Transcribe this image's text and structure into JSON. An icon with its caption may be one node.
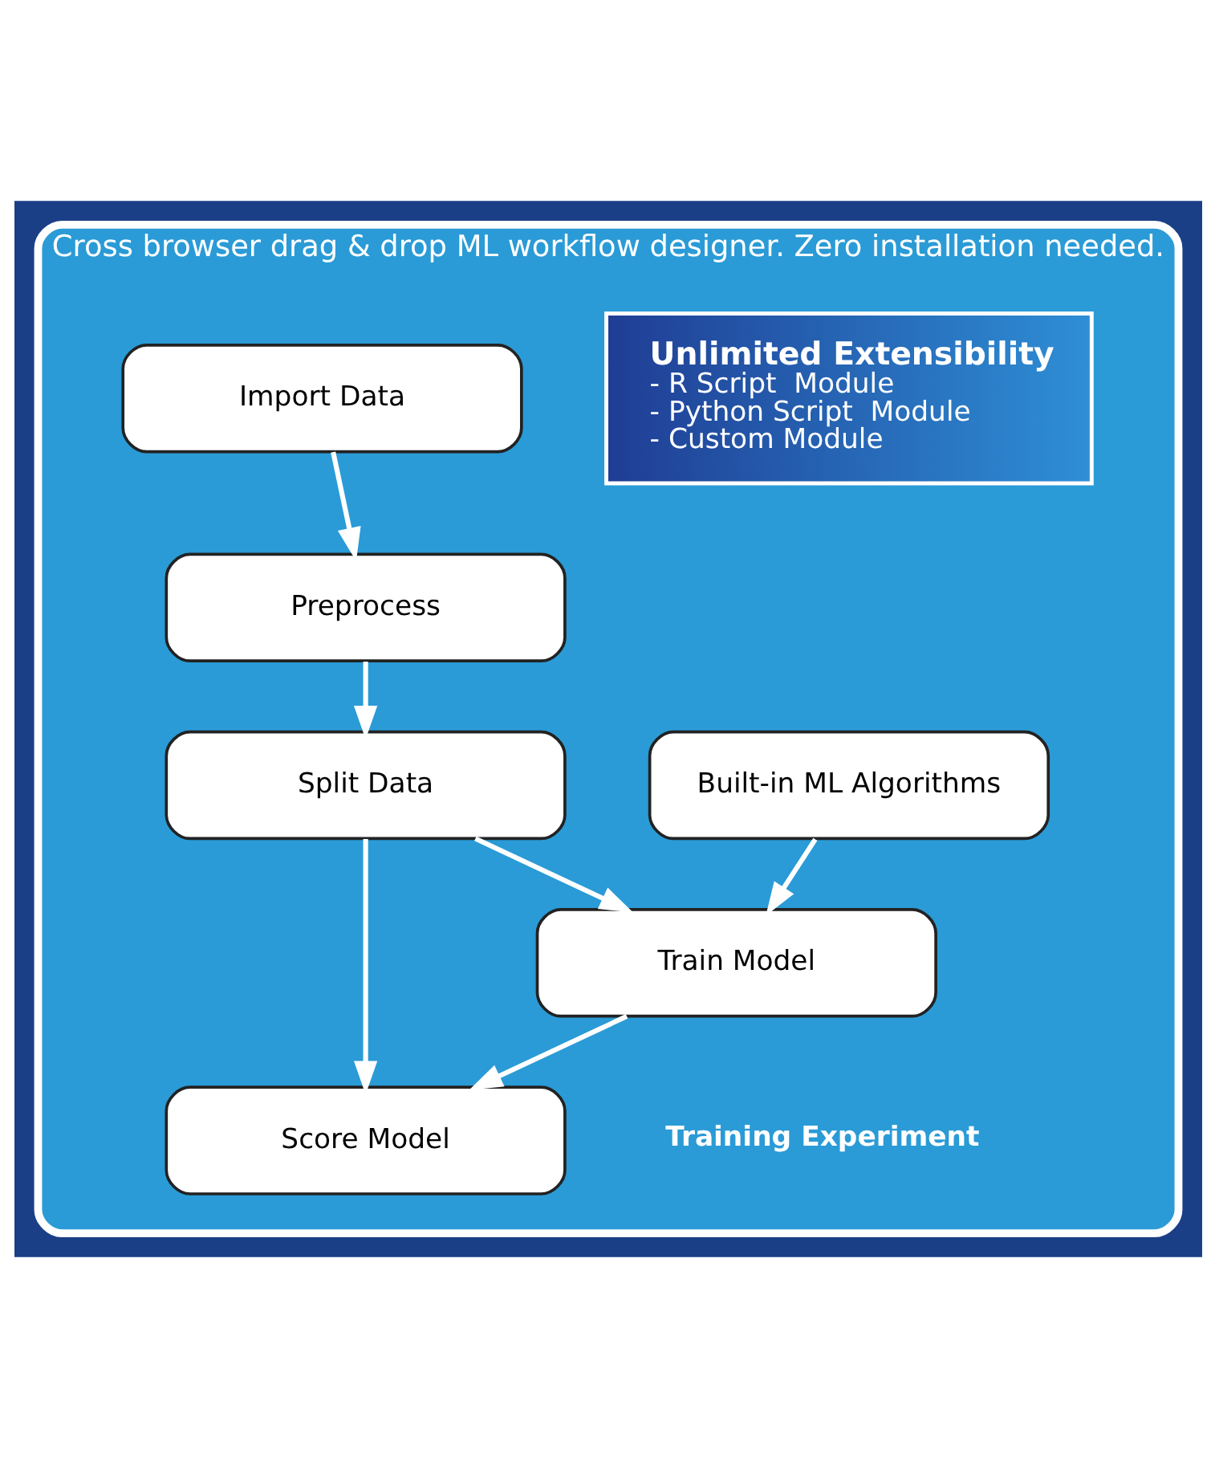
{
  "diagram": {
    "nodes": [
      {
        "text": [
          "Cross browser drag & drop ML workflow designer. Zero installation needed.",
          "Training Experiment"
        ]
      },
      {
        "text": [
          "Unlimited Extensibility",
          "- R Script  Module",
          "- Python Script  Module",
          "- Custom Module"
        ],
        "in": 0
      },
      {
        "text": [
          "Import Data"
        ],
        "in": 0
      },
      {
        "text": [
          "Preprocess"
        ],
        "in": 0
      },
      {
        "text": [
          "Built-in ML Algorithms"
        ],
        "in": 0
      },
      {
        "text": [
          "Split Data"
        ],
        "in": 0
      },
      {
        "text": [
          "Train Model"
        ],
        "in": 0
      },
      {
        "text": [
          "Score Model"
        ],
        "in": 0
      }
    ],
    "edges": [
      {
        "from": 2,
        "to": 3,
        "arrow": "to"
      },
      {
        "from": 3,
        "to": 5,
        "arrow": "to"
      },
      {
        "from": 4,
        "to": 6,
        "arrow": "to"
      },
      {
        "from": 5,
        "to": 6,
        "arrow": "to"
      },
      {
        "from": 5,
        "to": 7,
        "arrow": "to"
      },
      {
        "from": 6,
        "to": 7,
        "arrow": "to"
      }
    ]
  }
}
